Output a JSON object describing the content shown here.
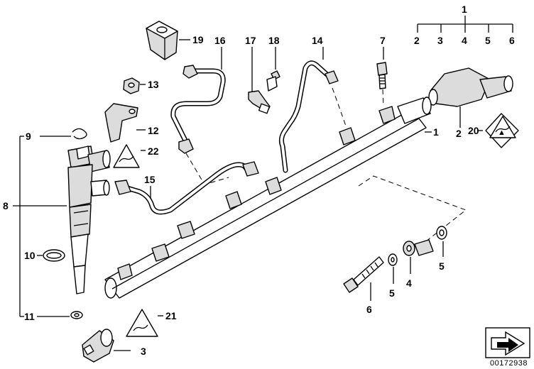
{
  "callouts": {
    "c1_top": "1",
    "c2_top": "2",
    "c3_top": "3",
    "c4_top": "4",
    "c5_top": "5",
    "c6_top": "6",
    "c19": "19",
    "c16": "16",
    "c17": "17",
    "c18": "18",
    "c14": "14",
    "c7": "7",
    "c13": "13",
    "c12": "12",
    "c22": "22",
    "c9": "9",
    "c8": "8",
    "c1_rail": "1",
    "c2_valve": "2",
    "c20": "20",
    "c15": "15",
    "c10": "10",
    "c11": "11",
    "c21": "21",
    "c3_sensor": "3",
    "c5_a": "5",
    "c5_b": "5",
    "c4_b": "4",
    "c6_b": "6"
  },
  "diagram_ref": "00172938"
}
